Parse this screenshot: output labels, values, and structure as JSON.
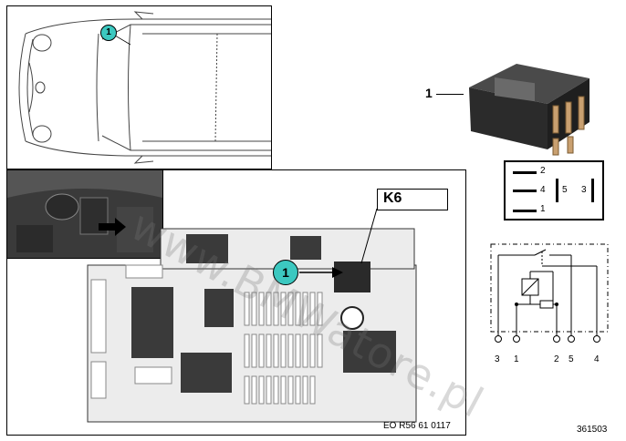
{
  "callouts": {
    "car_marker": "1",
    "fusebox_marker": "1",
    "relay_part_number": "1"
  },
  "relay_label": "K6",
  "document_code": "EO R56 61 0117",
  "image_number": "361503",
  "watermark": "www.BMWatore.pl",
  "pin_diagram": {
    "left_pins": [
      "2",
      "4",
      "1"
    ],
    "center_pin": "5",
    "right_pin": "3"
  },
  "schematic_terminals": [
    "3",
    "1",
    "2",
    "5",
    "4"
  ],
  "colors": {
    "callout_fill": "#3cc8c0",
    "relay_body": "#2b2b2b",
    "fusebox_dark": "#3a3a3a"
  }
}
